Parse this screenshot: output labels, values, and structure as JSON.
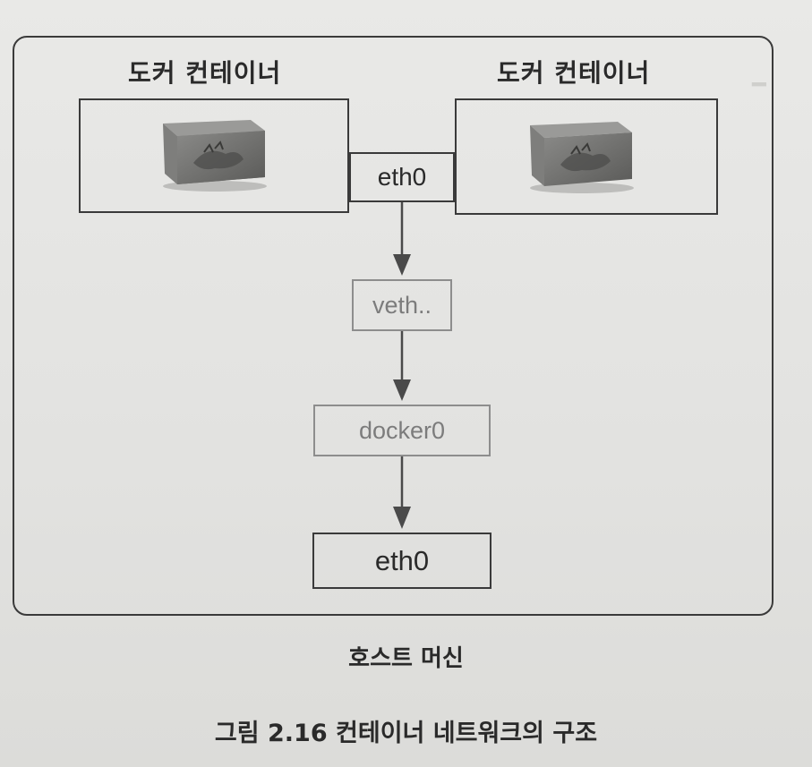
{
  "diagram": {
    "container_left_label": "도커 컨테이너",
    "container_right_label": "도커 컨테이너",
    "container_icon": "docker-container-icon",
    "nodes": {
      "eth0_container": "eth0",
      "veth": "veth..",
      "docker0": "docker0",
      "eth0_host": "eth0"
    },
    "host_label": "호스트 머신"
  },
  "caption": "그림 2.16 컨테이너 네트워크의 구조",
  "colors": {
    "line": "#3a3a3a",
    "faded_line": "#8d8d8d",
    "faded_text": "#7c7c7c",
    "paper": "#e4e4e2"
  }
}
